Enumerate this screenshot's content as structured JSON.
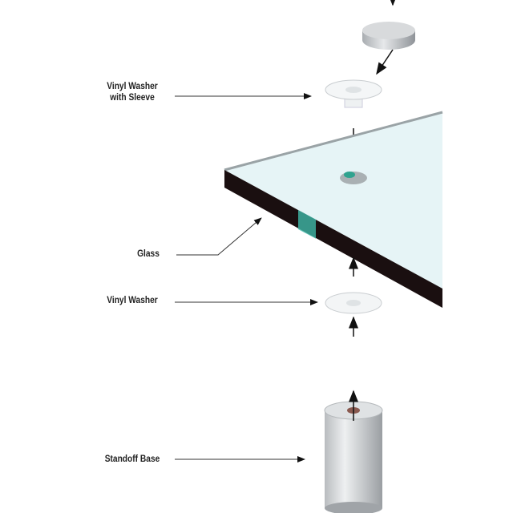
{
  "labels": {
    "washer_sleeve_line1": "Vinyl Washer",
    "washer_sleeve_line2": "with Sleeve",
    "glass": "Glass",
    "vinyl_washer": "Vinyl Washer",
    "standoff_base": "Standoff Base"
  }
}
